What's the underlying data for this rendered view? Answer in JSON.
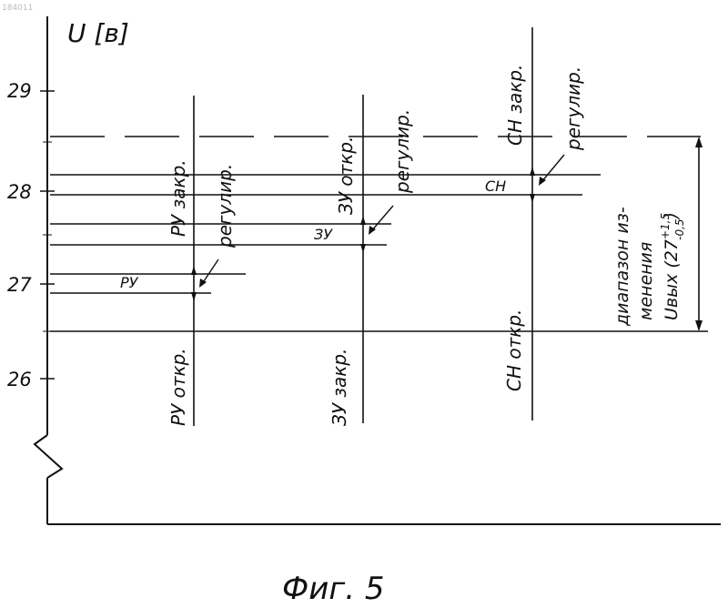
{
  "header_code": "184011",
  "axis": {
    "label": "U [в]",
    "ticks": [
      "29",
      "28",
      "27",
      "26"
    ]
  },
  "columns": {
    "ru": {
      "upper_label": "РУ закр.",
      "regul_label": "регулир.",
      "box_label": "РУ",
      "lower_label": "РУ откр."
    },
    "zu": {
      "upper_label": "ЗУ откр.",
      "regul_label": "регулир.",
      "box_label": "ЗУ",
      "lower_label": "ЗУ закр."
    },
    "sn": {
      "upper_label": "СН закр.",
      "regul_label": "регулир.",
      "box_label": "СН",
      "lower_label": "СН откр."
    }
  },
  "range": {
    "line1": "диапазон из-",
    "line2": "менения",
    "line3": "Uвых (27",
    "sup": "+1,5",
    "sub": "-0,5",
    "close": ")"
  },
  "caption": "Фиг. 5"
}
